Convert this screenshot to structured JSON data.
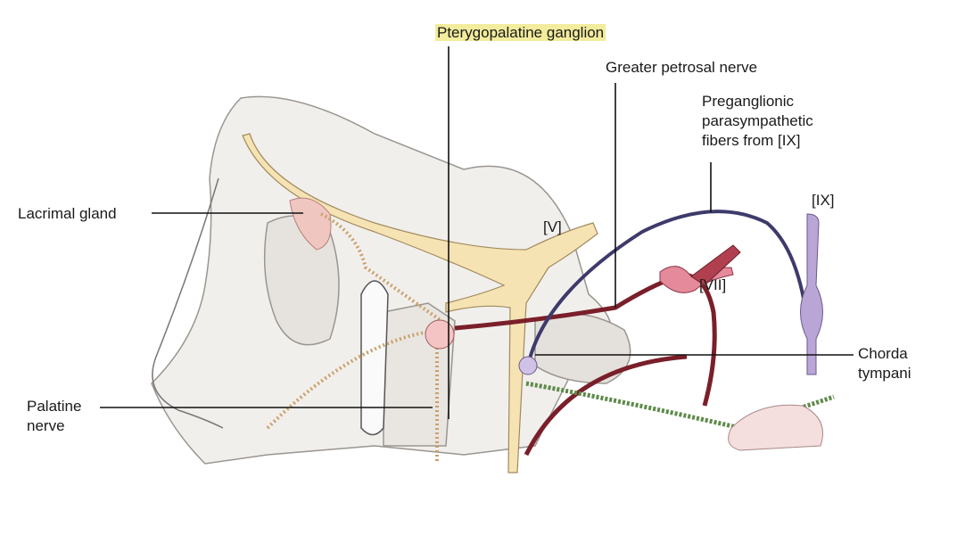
{
  "labels": {
    "pterygopalatine_ganglion": "Pterygopalatine ganglion",
    "greater_petrosal_nerve": "Greater petrosal nerve",
    "preganglionic_line1": "Preganglionic",
    "preganglionic_line2": "parasympathetic",
    "preganglionic_line3": "fibers from [IX]",
    "nerve_ix": "[IX]",
    "nerve_v": "[V]",
    "nerve_vii": "[VII]",
    "lacrimal_gland": "Lacrimal gland",
    "chorda_line1": "Chorda",
    "chorda_line2": "tympani",
    "palatine_line1": "Palatine",
    "palatine_line2": "nerve"
  },
  "colors": {
    "trigeminal": "#f6e3b4",
    "facial": "#7a1f2a",
    "glossopharyngeal": "#3e3a6b",
    "ganglion_ix": "#b9a6d6",
    "ganglion_vii": "#e58a9a",
    "highlight": "#f2ec9c",
    "chorda": "#5e8a4a"
  }
}
